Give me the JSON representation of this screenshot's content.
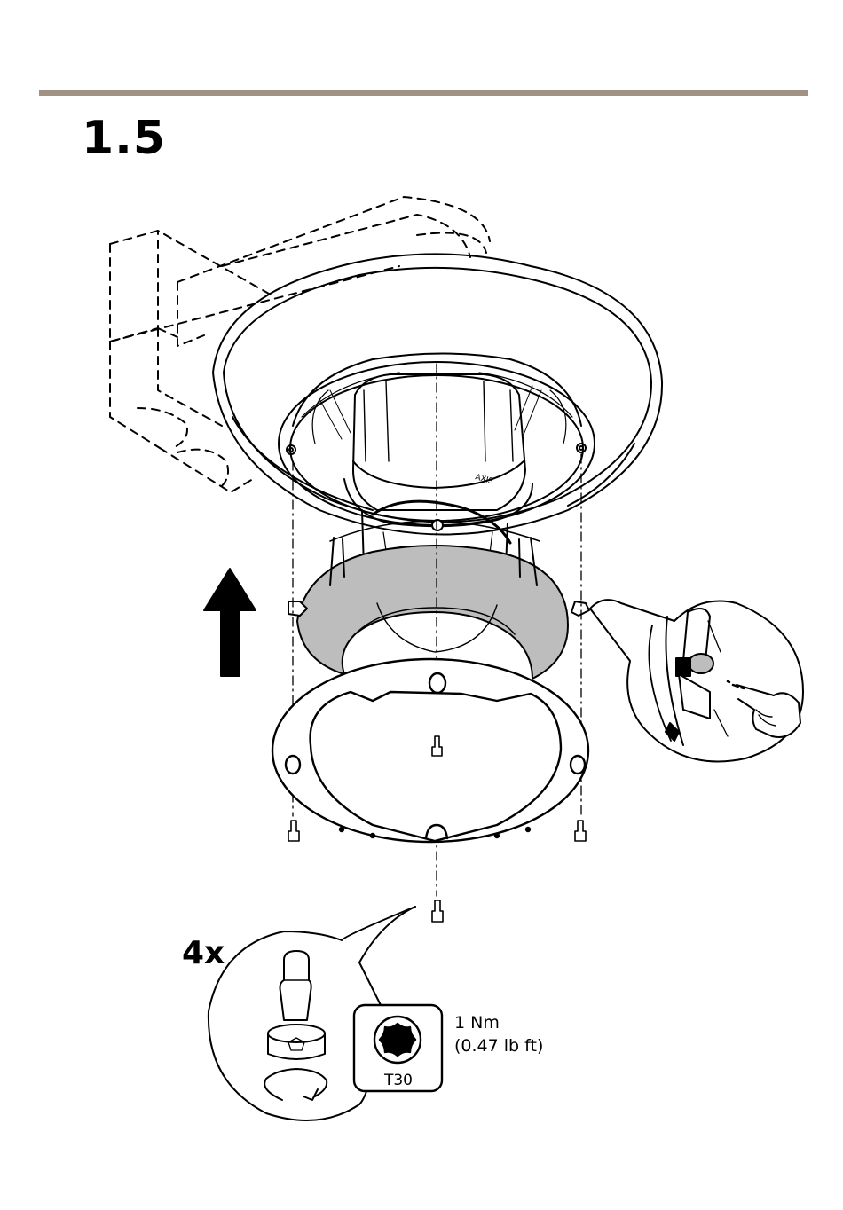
{
  "step": {
    "number": "1.5"
  },
  "screws": {
    "quantity": "4x"
  },
  "tool": {
    "bit": "T30"
  },
  "torque": {
    "metric": "1 Nm",
    "imperial": "(0.47 lb ft)"
  },
  "colors": {
    "rule": "#a09384",
    "ring_fill": "#bdbdbd",
    "ink": "#000000"
  },
  "icons": [
    "up-arrow-icon",
    "rotate-clockwise-icon",
    "torx-t30-icon",
    "pointing-hand-icon"
  ]
}
